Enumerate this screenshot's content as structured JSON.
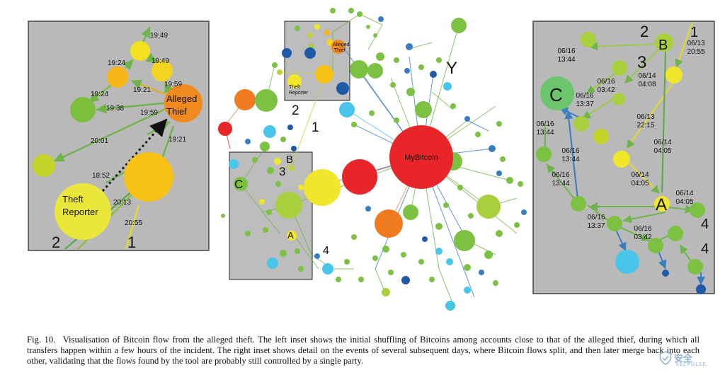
{
  "colors": {
    "panel_bg": "#b9b9b9",
    "green": "#7cc142",
    "light_green": "#a8cf3c",
    "yellow": "#f0e62a",
    "orange": "#f07a1e",
    "red": "#e8262a",
    "cyan": "#48c6ea",
    "blue": "#1f5aa8",
    "edge_green": "#6fb44a",
    "edge_blue": "#3a7cc1"
  },
  "left_inset": {
    "node_labels": {
      "alleged_thief": [
        "Alleged",
        "Thief"
      ],
      "theft_reporter": [
        "Theft",
        "Reporter"
      ]
    },
    "edge_times": [
      "19:49",
      "19:24",
      "19:49",
      "19:24",
      "19:21",
      "19:59",
      "19:38",
      "19:59",
      "20:01",
      "19:21",
      "18:52",
      "20:13",
      "20:55"
    ],
    "markers": [
      "2",
      "1"
    ]
  },
  "main_graph": {
    "hub_label": "MyBitcoin",
    "small_thief_label": [
      "Alleged",
      "Thief"
    ],
    "small_reporter_label": [
      "Theft",
      "Reporter"
    ],
    "markers": {
      "y": "Y",
      "one": "1",
      "two": "2",
      "three": "3",
      "four": "4",
      "a": "A",
      "b": "B",
      "c": "C"
    }
  },
  "right_inset": {
    "markers": {
      "two": "2",
      "one": "1",
      "b": "B",
      "three": "3",
      "c": "C",
      "a": "A",
      "four_top": "4",
      "four_bottom": "4"
    },
    "edge_labels": [
      [
        "06/13",
        "20:55"
      ],
      [
        "06/16",
        "13:44"
      ],
      [
        "06/16",
        "03:42"
      ],
      [
        "06/14",
        "04:08"
      ],
      [
        "06/16",
        "13:37"
      ],
      [
        "06/13",
        "22:15"
      ],
      [
        "06/16",
        "13:44"
      ],
      [
        "06/14",
        "04:05"
      ],
      [
        "06/16",
        "13:44"
      ],
      [
        "06/16",
        "13:44"
      ],
      [
        "06/14",
        "04:05"
      ],
      [
        "06/14",
        "04:05"
      ],
      [
        "06/16",
        "13:37"
      ],
      [
        "06/16",
        "03:42"
      ]
    ]
  },
  "caption": {
    "label": "Fig. 10.",
    "text": "Visualisation of Bitcoin flow from the alleged theft. The left inset shows the initial shuffling of Bitcoins among accounts close to that of the alleged thief, during which all transfers happen within a few hours of the incident. The right inset shows detail on the events of several subsequent days, where Bitcoin flows split, and then later merge back into each other, validating that the flows found by the tool are probably still controlled by a single party."
  },
  "watermark": {
    "text": "安全",
    "sub": "SECPULSE"
  }
}
